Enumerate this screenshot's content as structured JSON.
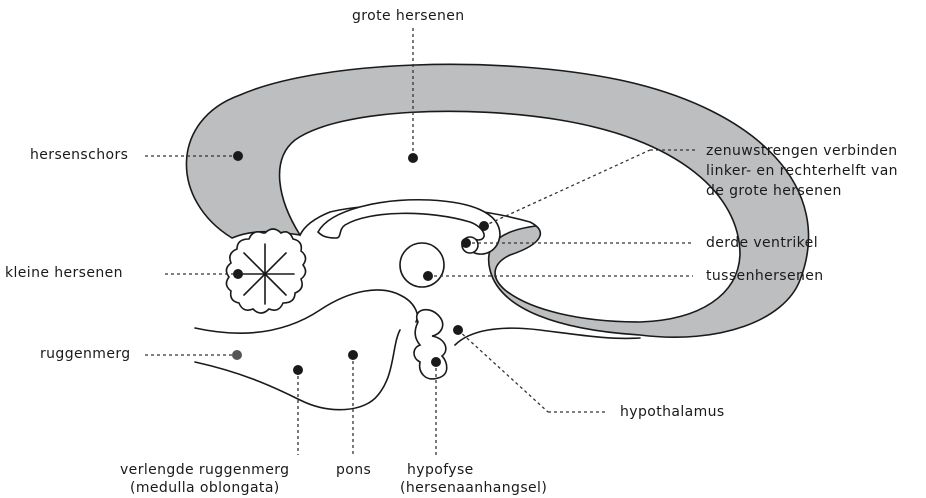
{
  "labels": {
    "grote_hersenen": "grote hersenen",
    "hersenschors": "hersenschors",
    "zenuwstrengen_1": "zenuwstrengen verbinden",
    "zenuwstrengen_2": "linker- en rechterhelft van",
    "zenuwstrengen_3": "de grote hersenen",
    "derde_ventrikel": "derde ventrikel",
    "kleine_hersenen": "kleine hersenen",
    "tussenhersenen": "tussenhersenen",
    "ruggenmerg": "ruggenmerg",
    "hypothalamus": "hypothalamus",
    "verlengde_1": "verlengde ruggenmerg",
    "verlengde_2": "(medulla oblongata)",
    "pons": "pons",
    "hypofyse_1": "hypofyse",
    "hypofyse_2": "(hersenaanhangsel)"
  },
  "colors": {
    "cortex_fill": "#bcbec0",
    "outline": "#1a1a1a"
  }
}
